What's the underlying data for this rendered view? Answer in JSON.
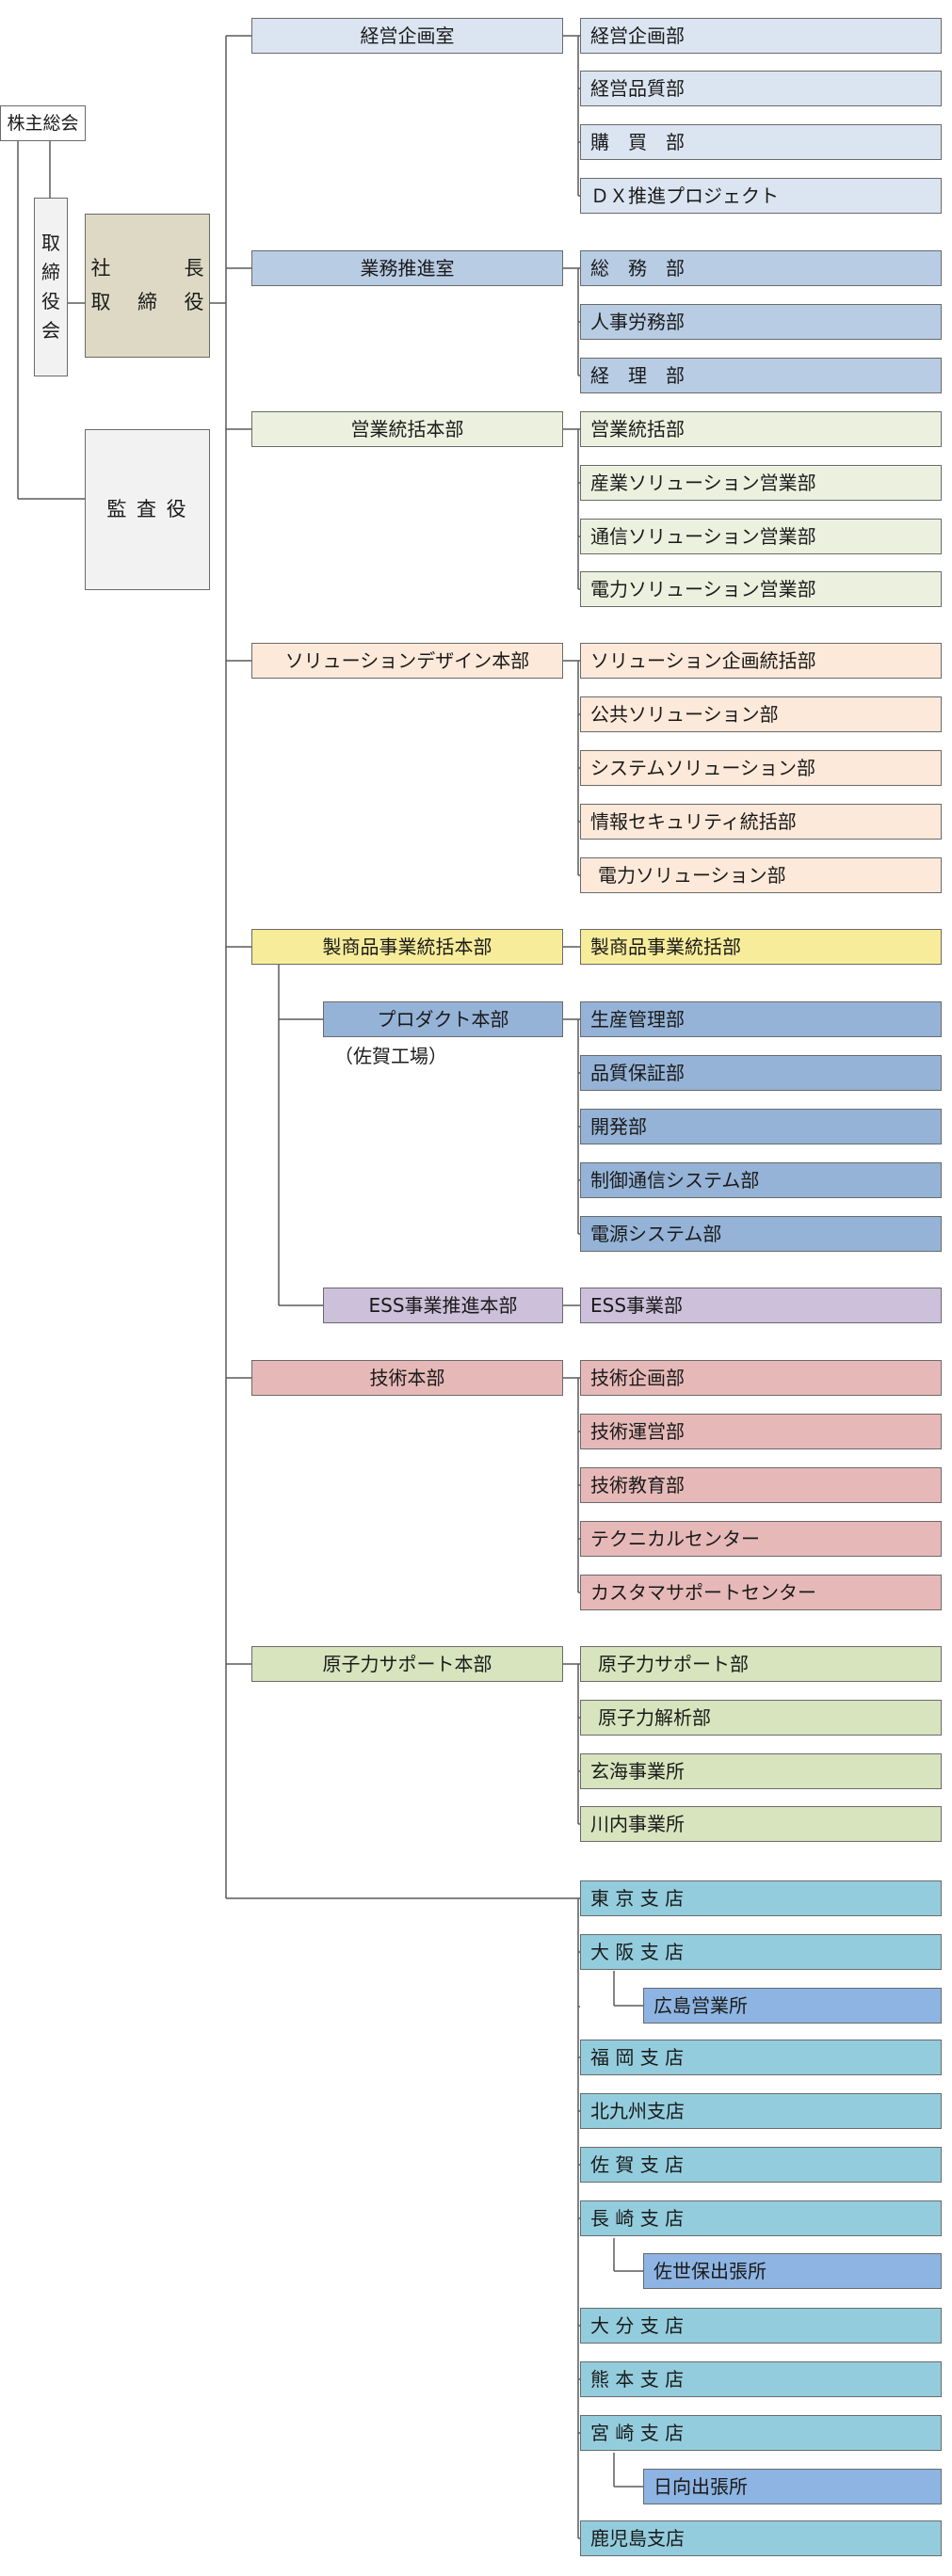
{
  "top": {
    "shareholders": "株主総会",
    "board": [
      "取",
      "締",
      "役",
      "会"
    ],
    "president": [
      "社　長",
      "取締役"
    ],
    "auditor": "監 査 役"
  },
  "divisions": [
    {
      "name": "経営企画室",
      "depts": [
        "経営企画部",
        "経営品質部",
        "購　買　部",
        "ＤＸ推進プロジェクト"
      ]
    },
    {
      "name": "業務推進室",
      "depts": [
        "総　務　部",
        "人事労務部",
        "経　理　部"
      ]
    },
    {
      "name": "営業統括本部",
      "depts": [
        "営業統括部",
        "産業ソリューション営業部",
        "通信ソリューション営業部",
        "電力ソリューション営業部"
      ]
    },
    {
      "name": "ソリューションデザイン本部",
      "depts": [
        "ソリューション企画統括部",
        "公共ソリューション部",
        "システムソリューション部",
        "情報セキュリティ統括部",
        "電力ソリューション部"
      ]
    },
    {
      "name": "製商品事業統括本部",
      "depts": [
        "製商品事業統括部"
      ],
      "sub_divisions": [
        {
          "name": "プロダクト本部",
          "note": "（佐賀工場）",
          "depts": [
            "生産管理部",
            "品質保証部",
            "開発部",
            "制御通信システム部",
            "電源システム部"
          ]
        },
        {
          "name": "ESS事業推進本部",
          "depts": [
            "ESS事業部"
          ]
        }
      ]
    },
    {
      "name": "技術本部",
      "depts": [
        "技術企画部",
        "技術運営部",
        "技術教育部",
        "テクニカルセンター",
        "カスタマサポートセンター"
      ]
    },
    {
      "name": "原子力サポート本部",
      "depts": [
        "原子力サポート部",
        "原子力解析部",
        "玄海事業所",
        "川内事業所"
      ]
    }
  ],
  "branches": [
    {
      "name": "東 京 支 店"
    },
    {
      "name": "大 阪 支 店",
      "office": "広島営業所"
    },
    {
      "name": "福 岡 支 店"
    },
    {
      "name": "北九州支店"
    },
    {
      "name": "佐 賀 支 店"
    },
    {
      "name": "長 崎 支 店",
      "office": "佐世保出張所"
    },
    {
      "name": "大 分 支 店"
    },
    {
      "name": "熊 本 支 店"
    },
    {
      "name": "宮 崎 支 店",
      "office": "日向出張所"
    },
    {
      "name": "鹿児島支店"
    }
  ],
  "colors": {
    "line": "#5a5a5a",
    "box_border": "#6a6a6a",
    "keiei": "#dbe5f1",
    "gyomu": "#b8cce4",
    "eigyo": "#ebf1de",
    "solution": "#fde9d9",
    "seisho": "#f7ec99",
    "product": "#95b3d7",
    "ess": "#ccc0da",
    "gijutsu": "#e6b9b8",
    "genshiryoku": "#d7e4bd",
    "branch": "#93cddd",
    "office": "#8db4e2",
    "president": "#ddd9c4",
    "auditor": "#f2f2f2"
  }
}
